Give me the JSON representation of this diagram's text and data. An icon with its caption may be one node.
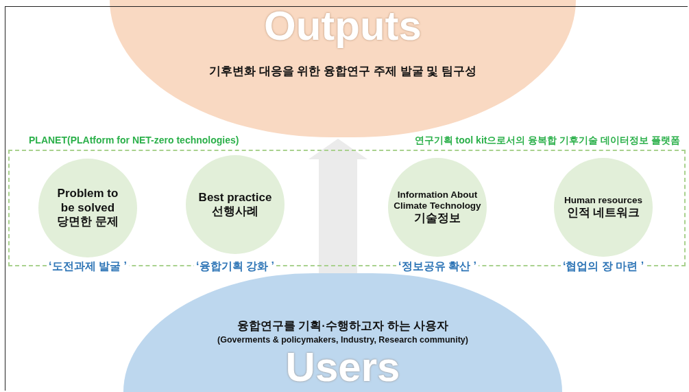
{
  "diagram": {
    "nodes": [
      {
        "text": [
          "Outputs",
          "기후변화 대응을 위한 융합연구 주제 발굴 및 팀구성"
        ]
      },
      {
        "text": [
          "PLANET(PLAtform for NET-zero technologies)",
          "연구기획 tool kit으로서의 융복합 기후기술 데이터정보 플랫폼"
        ]
      },
      {
        "text": [
          "Problem to be solved",
          "당면한 문제"
        ],
        "in": 1,
        "beside": [
          "‘도전과제 발굴 ’"
        ]
      },
      {
        "text": [
          "Best practice",
          "선행사례"
        ],
        "in": 1,
        "beside": [
          "‘융합기획 강화 ’"
        ]
      },
      {
        "text": [
          "Information About Climate Technology",
          "기술정보"
        ],
        "in": 1,
        "beside": [
          "‘정보공유 확산 ’"
        ]
      },
      {
        "text": [
          "Human resources",
          "인적 네트워크"
        ],
        "in": 1,
        "beside": [
          "‘협업의 장 마련 ’"
        ]
      },
      {
        "text": [
          "융합연구를 기획·수행하고자 하는 사용자",
          "(Goverments & policymakers, Industry, Research community)",
          "Users"
        ]
      }
    ],
    "edges": [
      {
        "from": 6,
        "to": 0,
        "arrow": "to",
        "color": "#ebebeb"
      }
    ]
  }
}
